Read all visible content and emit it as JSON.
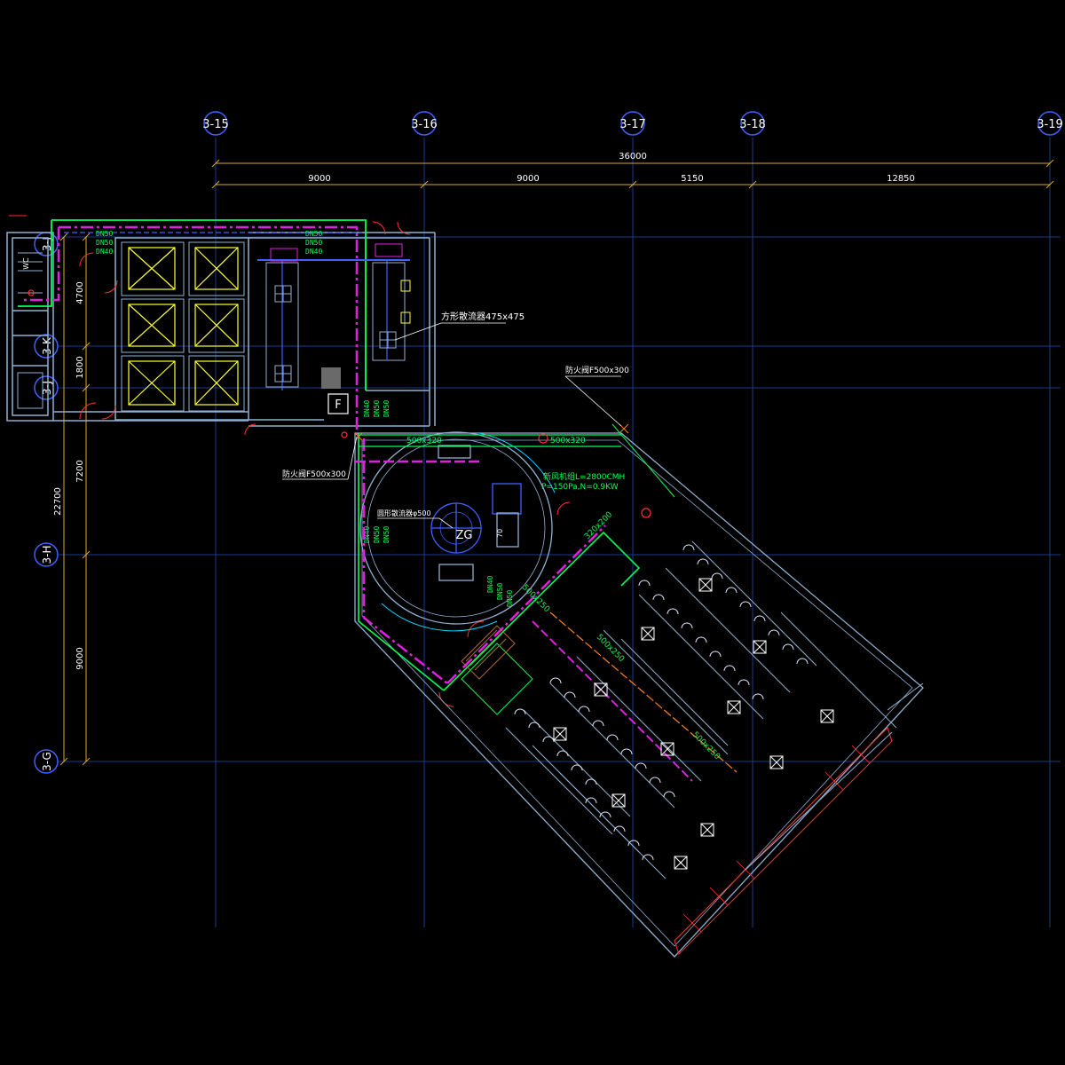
{
  "grid": {
    "columns": [
      "3-15",
      "3-16",
      "3-17",
      "3-18",
      "3-19"
    ],
    "rows": [
      "3-J",
      "3-K",
      "3-H",
      "3-G"
    ],
    "row_top_label": "3-J"
  },
  "dimensions": {
    "overall": "36000",
    "spans": [
      "9000",
      "9000",
      "5150",
      "12850"
    ],
    "left_overall": "22700",
    "left_spans": [
      "4700",
      "1800",
      "7200",
      "9000"
    ]
  },
  "labels": {
    "duct_500x320_a": "500x320",
    "duct_500x320_b": "500x320",
    "duct_500x250_a": "500x250",
    "duct_500x250_b": "500x250",
    "duct_500x250_c": "500x250",
    "duct_320x200": "320x200",
    "vent_475": "方形散流器475x475",
    "fire_damper_top": "防火阀F500x300",
    "fire_damper_left": "防火阀F500x300",
    "round_diffuser": "圆形散流器φ500",
    "unit_line1": "新风机组L=2800CMH",
    "unit_line2": "P=150Pa,N=0.9KW",
    "fan_box": "F",
    "pipe_a": "DN50",
    "pipe_b": "DN50",
    "pipe_c": "DN40",
    "pipe_d": "DN50",
    "pipe_e": "DN50",
    "pipe_f": "DN40",
    "pipe_g": "DN40",
    "pipe_h": "DN50",
    "pipe_i": "DN50",
    "small_num": "70",
    "wc": "WC",
    "side_label": "ZG"
  },
  "colors": {
    "background": "#000000",
    "grid": "#1a3a8a",
    "dimension": "#d9a82a",
    "text": "#ffffff",
    "pipe": "#00ff55",
    "duct": "#e020e0",
    "wall": "#8fb0d0",
    "cyan": "#00d8ff",
    "yellow": "#ffff30",
    "red": "#ff3030"
  }
}
